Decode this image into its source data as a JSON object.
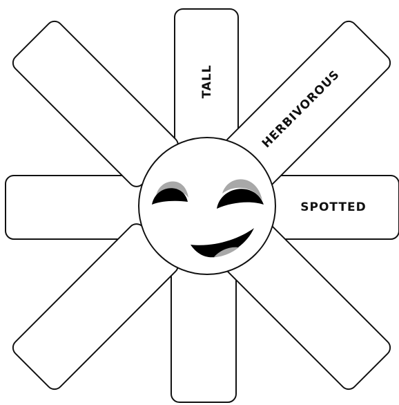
{
  "rays": {
    "top": {
      "label": "TALL"
    },
    "top_right": {
      "label": "HERBIVOROUS"
    },
    "right": {
      "label": "SPOTTED"
    },
    "bottom_right": {
      "label": ""
    },
    "bottom": {
      "label": ""
    },
    "bottom_left": {
      "label": ""
    },
    "left": {
      "label": ""
    },
    "top_left": {
      "label": ""
    }
  },
  "colors": {
    "outline": "#111111",
    "feature": "#000000",
    "feature_shade": "#a8a8a8",
    "background": "#ffffff"
  }
}
